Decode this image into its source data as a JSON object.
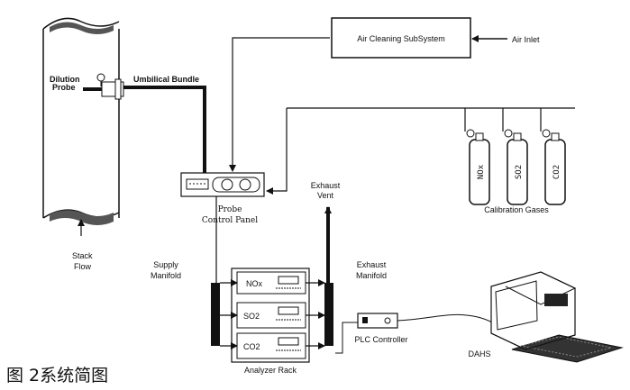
{
  "labels": {
    "air_cleaning": "Air Cleaning SubSystem",
    "air_inlet": "Air Inlet",
    "dilution_probe_1": "Dilution",
    "dilution_probe_2": "Probe",
    "umbilical_bundle": "Umbilical Bundle",
    "probe_panel_1": "Probe",
    "probe_panel_2": "Control Panel",
    "exhaust_vent_1": "Exhaust",
    "exhaust_vent_2": "Vent",
    "stack_flow_1": "Stack",
    "stack_flow_2": "Flow",
    "supply_manifold_1": "Supply",
    "supply_manifold_2": "Manifold",
    "exhaust_manifold_1": "Exhaust",
    "exhaust_manifold_2": "Manifold",
    "analyzer_nox": "NOx",
    "analyzer_so2": "SO2",
    "analyzer_co2": "CO2",
    "analyzer_rack": "Analyzer Rack",
    "plc_controller": "PLC Controller",
    "dahs": "DAHS",
    "cal_gases": "Calibration Gases",
    "cyl_nox": "NOx",
    "cyl_so2": "SO2",
    "cyl_co2": "CO2"
  },
  "caption": "图  2系统简图"
}
